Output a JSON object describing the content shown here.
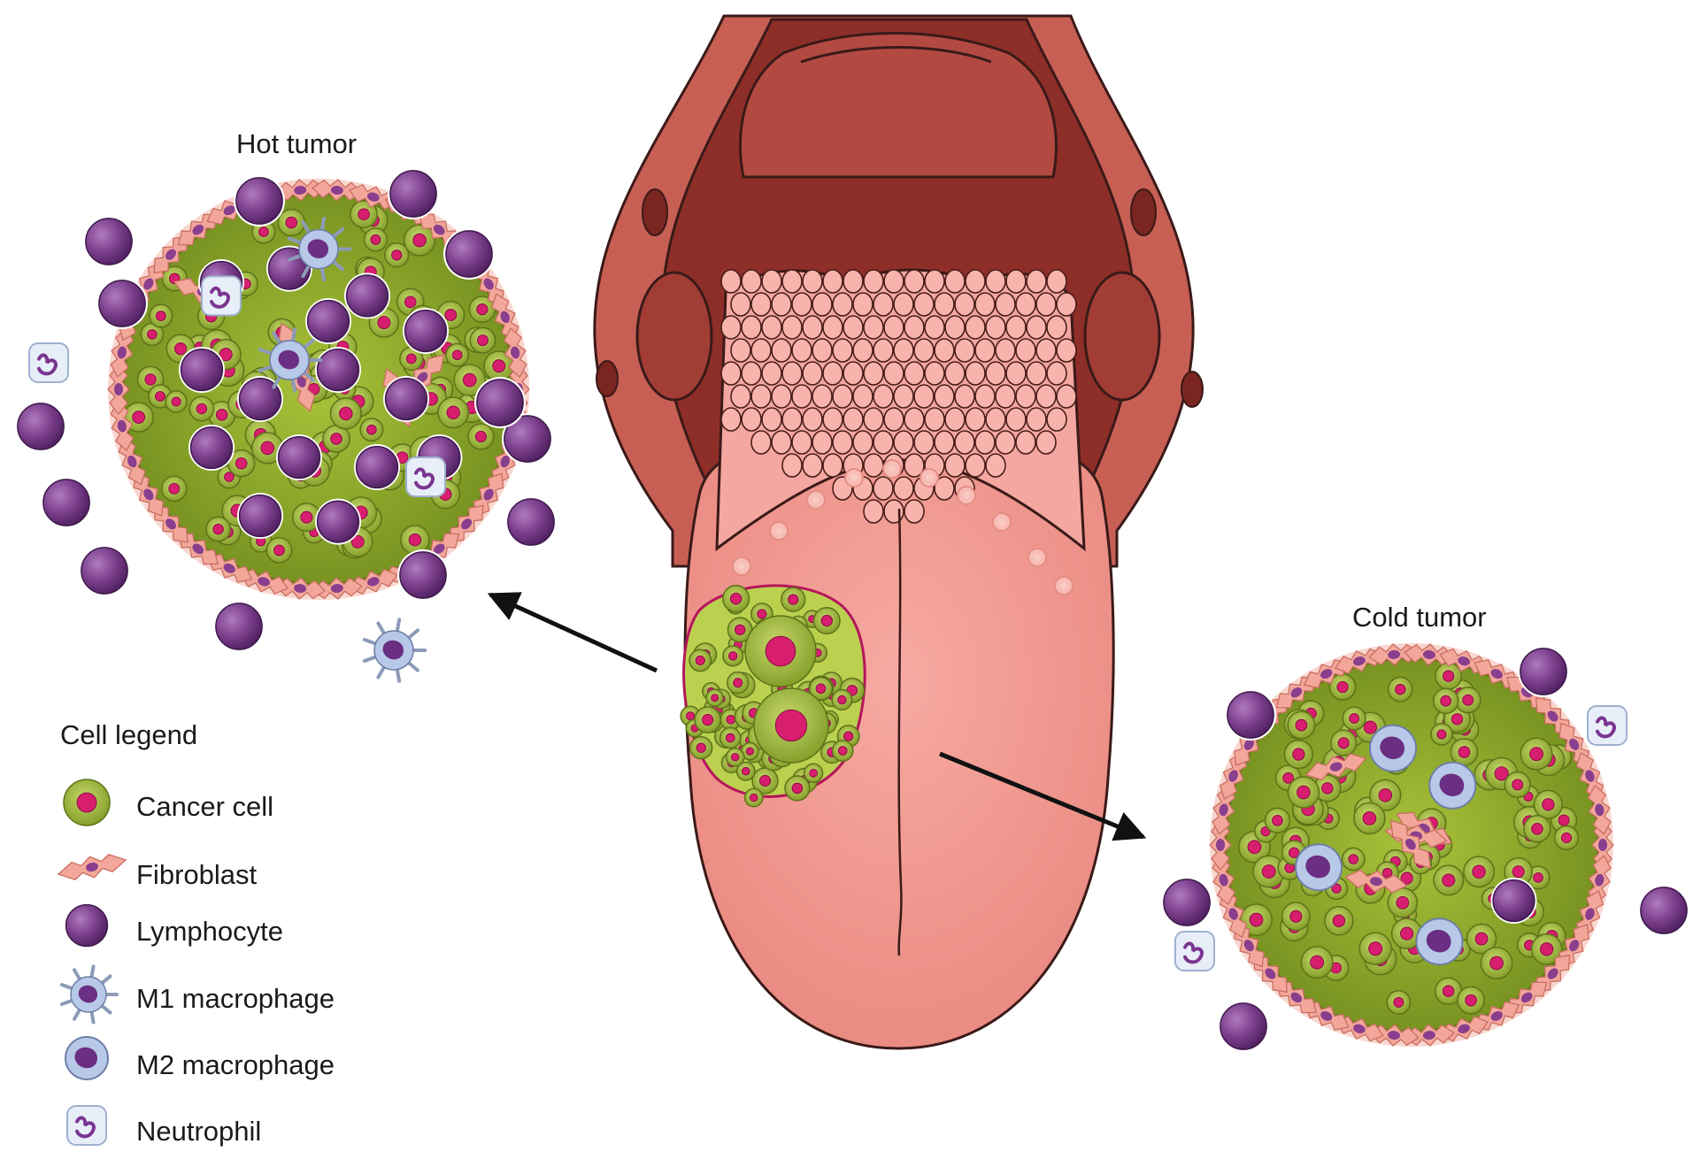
{
  "panels": {
    "hot_title": "Hot tumor",
    "cold_title": "Cold tumor"
  },
  "legend": {
    "title": "Cell legend",
    "items": [
      {
        "label": "Cancer cell",
        "icon": "cancer-cell-icon"
      },
      {
        "label": "Fibroblast",
        "icon": "fibroblast-icon"
      },
      {
        "label": "Lymphocyte",
        "icon": "lymphocyte-icon"
      },
      {
        "label": "M1 macrophage",
        "icon": "m1-macrophage-icon"
      },
      {
        "label": "M2 macrophage",
        "icon": "m2-macrophage-icon"
      },
      {
        "label": "Neutrophil",
        "icon": "neutrophil-icon"
      }
    ]
  },
  "colors": {
    "cancer_body": "#9bb52e",
    "cancer_nucleus": "#d81e6e",
    "fibroblast": "#f3a79a",
    "lymphocyte": "#7b3f8c",
    "macrophage": "#b8c8e8",
    "neutrophil": "#e8eef8",
    "tongue": "#f2948c",
    "throat": "#a8443c"
  }
}
